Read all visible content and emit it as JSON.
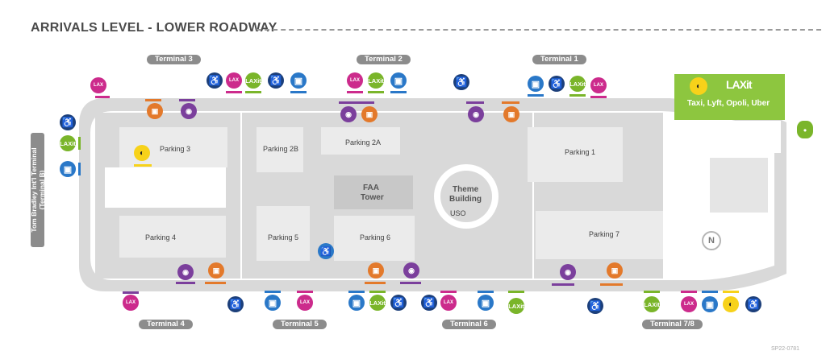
{
  "title": "ARRIVALS LEVEL - LOWER ROADWAY",
  "terminals": {
    "t3": "Terminal 3",
    "t2": "Terminal 2",
    "t1": "Terminal 1",
    "t4": "Terminal 4",
    "t5": "Terminal 5",
    "t6": "Terminal 6",
    "t78": "Terminal 7/8",
    "tbit": "Tom Bradley Int'l Terminal\n(Terminal B)"
  },
  "map_labels": {
    "parking3": "Parking 3",
    "parking2b": "Parking 2B",
    "parking2a": "Parking 2A",
    "parking1": "Parking 1",
    "parking4": "Parking 4",
    "parking5": "Parking 5",
    "parking6": "Parking 6",
    "parking7": "Parking 7",
    "faa1": "FAA",
    "faa2": "Tower",
    "theme1": "Theme",
    "theme2": "Building",
    "uso": "USO"
  },
  "laxit": {
    "logo": "LAXit",
    "services": "Taxi, Lyft, Opoli, Uber"
  },
  "icon_text": {
    "lax_flyaway": "LAX",
    "laxit_short": "LAXit",
    "north": "N"
  },
  "map_code": "SP22-0781",
  "colors": {
    "flyaway": "#cc2b8c",
    "laxit": "#7ab52a",
    "bus": "#2a78c8",
    "accessible": "#1c3f7a",
    "rental_car": "#7b3f9c",
    "shuttle": "#e3792b",
    "taxi": "#f7d21a",
    "road": "#d9d9d9",
    "parking": "#ebebeb"
  }
}
